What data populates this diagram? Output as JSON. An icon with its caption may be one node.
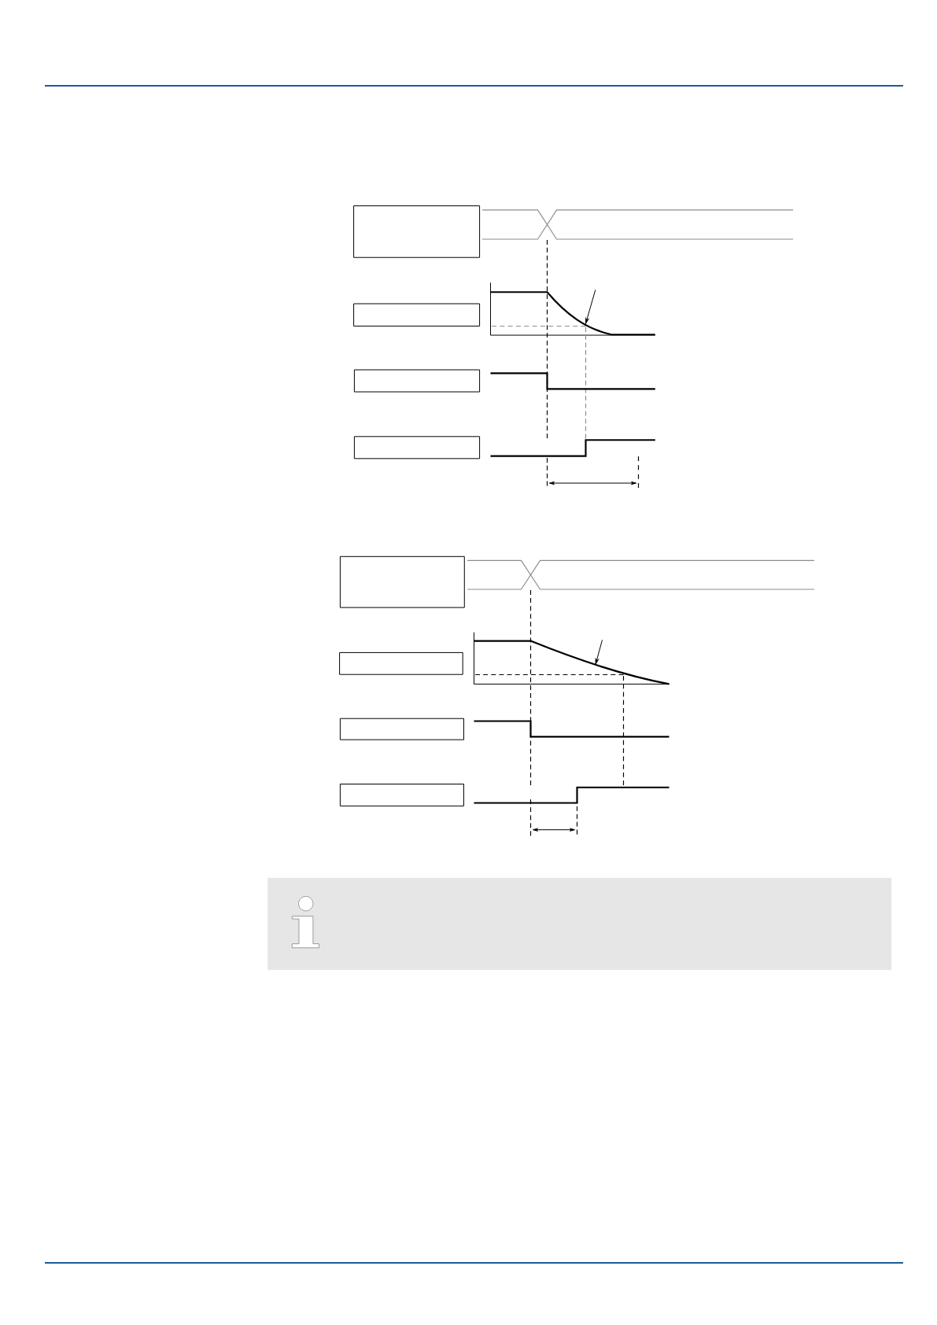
{
  "diagram": {
    "nodes": [
      {
        "text": [],
        "shape": "box"
      },
      {
        "text": [],
        "shape": "box"
      },
      {
        "text": [],
        "shape": "box"
      },
      {
        "text": [],
        "shape": "box"
      },
      {
        "text": [],
        "shape": "box"
      },
      {
        "text": [],
        "shape": "box"
      },
      {
        "text": [],
        "shape": "box"
      },
      {
        "text": [],
        "shape": "box"
      }
    ]
  }
}
